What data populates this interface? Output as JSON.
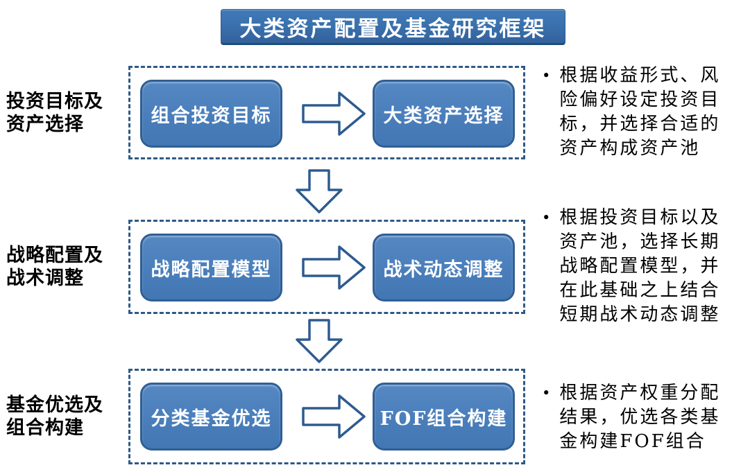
{
  "title": "大类资产配置及基金研究框架",
  "bullet_marker": "•",
  "rows": [
    {
      "stage_label": {
        "line1": "投资目标及",
        "line2": "资产选择"
      },
      "step1": "组合投资目标",
      "step2": "大类资产选择",
      "note": "根据收益形式、风险偏好设定投资目标，并选择合适的资产构成资产池"
    },
    {
      "stage_label": {
        "line1": "战略配置及",
        "line2": "战术调整"
      },
      "step1": "战略配置模型",
      "step2": "战术动态调整",
      "note": "根据投资目标以及资产池，选择长期战略配置模型，并在此基础之上结合短期战术动态调整"
    },
    {
      "stage_label": {
        "line1": "基金优选及",
        "line2": "组合构建"
      },
      "step1": "分类基金优选",
      "step2": "FOF组合构建",
      "note": "根据资产权重分配结果，优选各类基金构建FOF组合"
    }
  ],
  "colors": {
    "title_bar_top": "#3F7AB7",
    "title_bar_bottom": "#33619C",
    "box_fill": "#4A7EBB",
    "box_border": "#2F5F95",
    "dashed_border": "#2E5986",
    "arrow_outline": "#2E5B8F",
    "box_text": "#FFFFFF",
    "body_text": "#000000"
  }
}
